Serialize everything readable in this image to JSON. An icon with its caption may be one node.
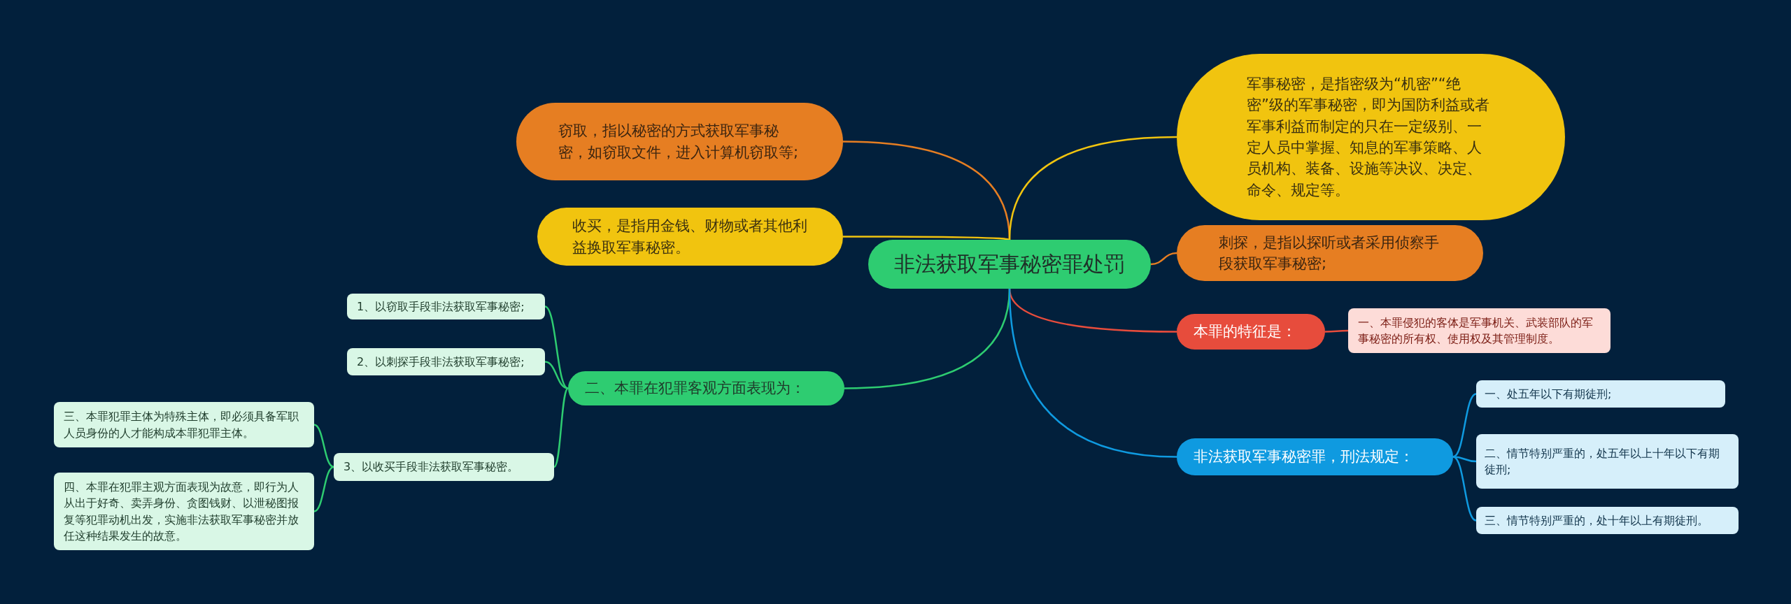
{
  "diagram": {
    "nodes": [
      {
        "text": [
          "非法获取军事秘密罪处罚"
        ]
      },
      {
        "text": [
          "窃取，指以秘密的方式获取军事秘密，如窃取文件，进入计算机窃取等;"
        ]
      },
      {
        "text": [
          "收买，是指用金钱、财物或者其他利益换取军事秘密。"
        ]
      },
      {
        "text": [
          "军事秘密，是指密级为“机密”“绝密”级的军事秘密，即为国防利益或者军事利益而制定的只在一定级别、一定人员中掌握、知息的军事策略、人员机构、装备、设施等决议、决定、命令、规定等。"
        ]
      },
      {
        "text": [
          "刺探，是指以探听或者采用侦察手段获取军事秘密;"
        ]
      },
      {
        "text": [
          "本罪的特征是："
        ]
      },
      {
        "text": [
          "一、本罪侵犯的客体是军事机关、武装部队的军事秘密的所有权、使用权及其管理制度。"
        ]
      },
      {
        "text": [
          "二、本罪在犯罪客观方面表现为："
        ]
      },
      {
        "text": [
          "1、以窃取手段非法获取军事秘密;"
        ]
      },
      {
        "text": [
          "2、以刺探手段非法获取军事秘密;"
        ]
      },
      {
        "text": [
          "3、以收买手段非法获取军事秘密。"
        ]
      },
      {
        "text": [
          "三、本罪犯罪主体为特殊主体，即必须具备军职人员身份的人才能构成本罪犯罪主体。"
        ]
      },
      {
        "text": [
          "四、本罪在犯罪主观方面表现为故意，即行为人从出于好奇、卖弄身份、贪图钱财、以泄秘图报复等犯罪动机出发，实施非法获取军事秘密并放任这种结果发生的故意。"
        ]
      },
      {
        "text": [
          "非法获取军事秘密罪，刑法规定："
        ]
      },
      {
        "text": [
          "一、处五年以下有期徒刑;"
        ]
      },
      {
        "text": [
          "二、情节特别严重的，处五年以上十年以下有期徒刑;"
        ]
      },
      {
        "text": [
          "三、情节特别严重的，处十年以上有期徒刑。"
        ]
      }
    ],
    "edges": [
      {
        "from": 0,
        "to": 1,
        "arrow": "none",
        "color": "#e67e22"
      },
      {
        "from": 0,
        "to": 2,
        "arrow": "none",
        "color": "#f1c40f"
      },
      {
        "from": 0,
        "to": 3,
        "arrow": "none",
        "color": "#f1c40f"
      },
      {
        "from": 0,
        "to": 4,
        "arrow": "none",
        "color": "#e67e22"
      },
      {
        "from": 0,
        "to": 5,
        "arrow": "none",
        "color": "#e74c3c"
      },
      {
        "from": 5,
        "to": 6,
        "arrow": "none",
        "color": "#e74c3c"
      },
      {
        "from": 0,
        "to": 7,
        "arrow": "none",
        "color": "#2ecc71"
      },
      {
        "from": 7,
        "to": 8,
        "arrow": "none",
        "color": "#2ecc71"
      },
      {
        "from": 7,
        "to": 9,
        "arrow": "none",
        "color": "#2ecc71"
      },
      {
        "from": 7,
        "to": 10,
        "arrow": "none",
        "color": "#2ecc71"
      },
      {
        "from": 10,
        "to": 11,
        "arrow": "none",
        "color": "#2ecc71"
      },
      {
        "from": 10,
        "to": 12,
        "arrow": "none",
        "color": "#2ecc71"
      },
      {
        "from": 0,
        "to": 13,
        "arrow": "none",
        "color": "#0f9ae0"
      },
      {
        "from": 13,
        "to": 14,
        "arrow": "none",
        "color": "#0f9ae0"
      },
      {
        "from": 13,
        "to": 15,
        "arrow": "none",
        "color": "#0f9ae0"
      },
      {
        "from": 13,
        "to": 16,
        "arrow": "none",
        "color": "#0f9ae0"
      }
    ]
  }
}
